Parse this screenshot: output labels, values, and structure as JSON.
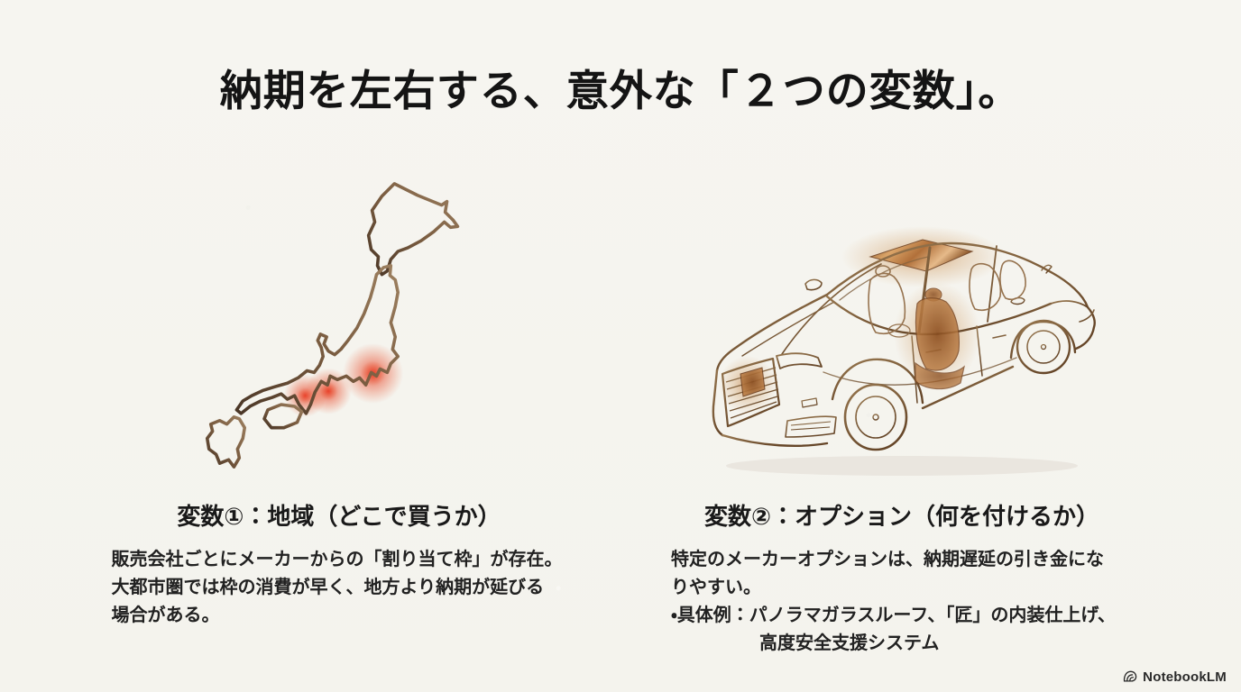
{
  "slide": {
    "title": "納期を左右する、意外な「２つの変数」。",
    "left": {
      "heading": "変数①：地域（どこで買うか）",
      "body_lines": [
        "販売会社ごとにメーカーからの「割り当て枠」が存在。",
        "大都市圏では枠の消費が早く、地方より納期が延びる",
        "場合がある。"
      ],
      "illustration": "japan-map-with-metro-hotspots"
    },
    "right": {
      "heading": "変数②：オプション（何を付けるか）",
      "body_lines": [
        "特定のメーカーオプションは、納期遅延の引き金にな",
        "りやすい。",
        "・具体例：パノラマガラスルーフ、「匠」の内装仕上げ、",
        "高度安全支援システム"
      ],
      "illustration": "sedan-line-art-with-highlighted-options"
    },
    "footer": {
      "brand": "NotebookLM",
      "icon": "notebooklm-logo-icon"
    },
    "colors": {
      "background": "#f5f4ef",
      "text": "#1b1b1b",
      "line_art_bronze": "#7a5c40",
      "hotspot_red": "#e83a20",
      "highlight_copper": "#c98947"
    }
  }
}
